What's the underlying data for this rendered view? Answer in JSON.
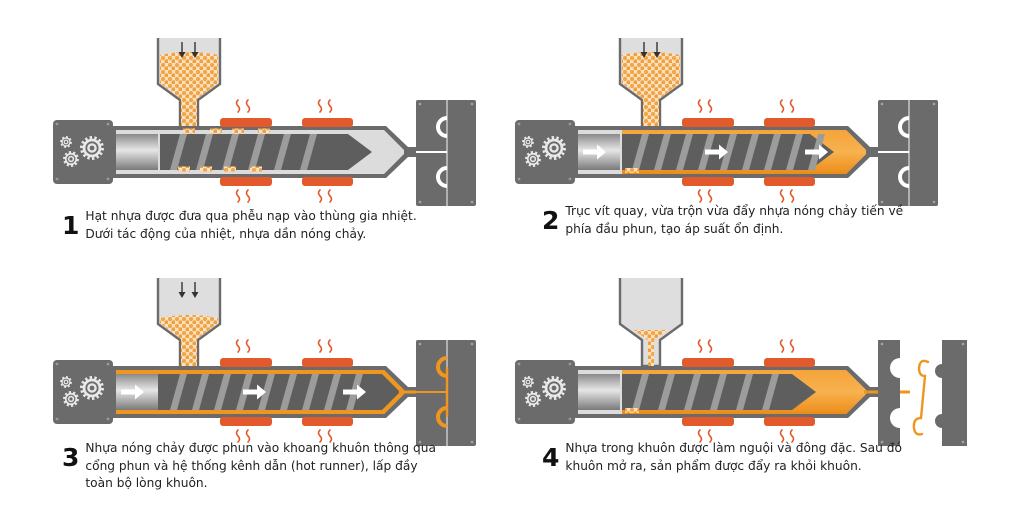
{
  "title": "Injection molding process steps",
  "colors": {
    "machine_gray": "#6b6b6b",
    "dark_gray": "#5e5e5e",
    "light_gray": "#dcdcdc",
    "melt_orange": "#f0961e",
    "heater_red": "#e25a2c",
    "pellet": "#f2a64a",
    "text": "#222222"
  },
  "steps": [
    {
      "number": "1",
      "description": "Hạt nhựa được đưa qua phễu nạp vào thùng gia nhiệt. Dưới tác động của nhiệt, nhựa dần nóng chảy.",
      "state": "feeding",
      "hopper_fill": "full",
      "barrel_melt": "none",
      "mold": "closed-empty",
      "flow_arrows": 0
    },
    {
      "number": "2",
      "description": "Trục vít quay, vừa trộn vừa đẩy nhựa nóng chảy tiến về phía đầu phun, tạo áp suất ổn định.",
      "state": "plasticizing",
      "hopper_fill": "full",
      "barrel_melt": "full",
      "mold": "closed-empty",
      "flow_arrows": 3
    },
    {
      "number": "3",
      "description": "Nhựa nóng chảy được phun vào khoang khuôn thông qua cổng phun và hệ thống kênh dẫn (hot runner), lấp đầy toàn bộ lòng khuôn.",
      "state": "injecting",
      "hopper_fill": "partial",
      "barrel_melt": "thin",
      "mold": "closed-filled",
      "flow_arrows": 3
    },
    {
      "number": "4",
      "description": "Nhựa trong khuôn được làm nguội và đông đặc. Sau đó khuôn mở ra, sản phẩm được đẩy ra khỏi khuôn.",
      "state": "ejecting",
      "hopper_fill": "low",
      "barrel_melt": "front",
      "mold": "open-part-ejected",
      "flow_arrows": 0
    }
  ],
  "icons": [
    "gear-icon",
    "down-arrow-icon",
    "heat-wave-icon",
    "right-arrow-icon"
  ]
}
